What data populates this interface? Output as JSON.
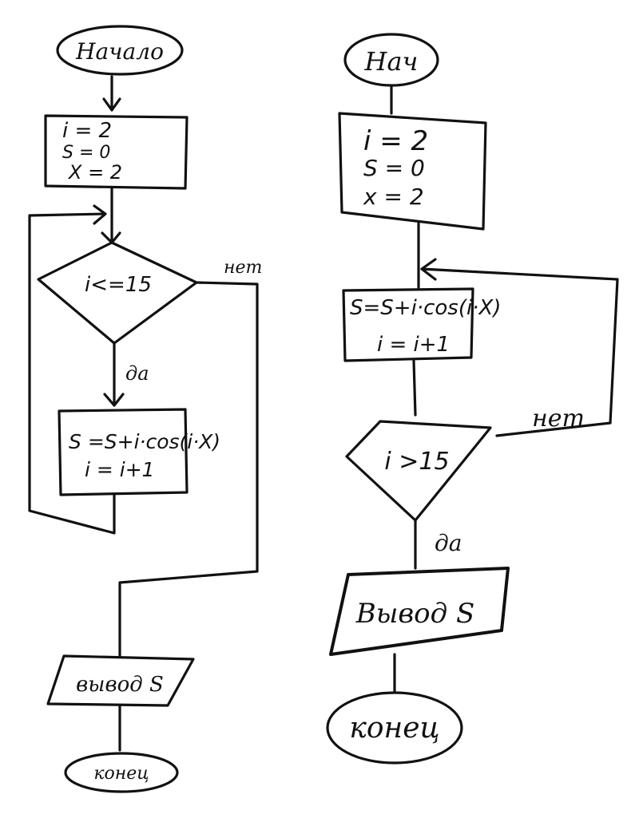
{
  "left": {
    "start": "Начало",
    "init": [
      "i = 2",
      "S = 0",
      "X = 2"
    ],
    "condition": "i<=15",
    "yes_label": "да",
    "no_label": "нет",
    "process": [
      "S =S+i·cos(i·X)",
      "i = i+1"
    ],
    "output": "вывод S",
    "end": "конец"
  },
  "right": {
    "start": "Нач",
    "init": [
      "i = 2",
      "S = 0",
      "x = 2"
    ],
    "process": [
      "S=S+i·cos(i·X)",
      "i = i+1"
    ],
    "condition": "i >15",
    "no_label": "нет",
    "yes_label": "да",
    "output": "Вывод S",
    "end": "конец"
  },
  "colors": {
    "ink": "#111111",
    "background": "#ffffff"
  }
}
